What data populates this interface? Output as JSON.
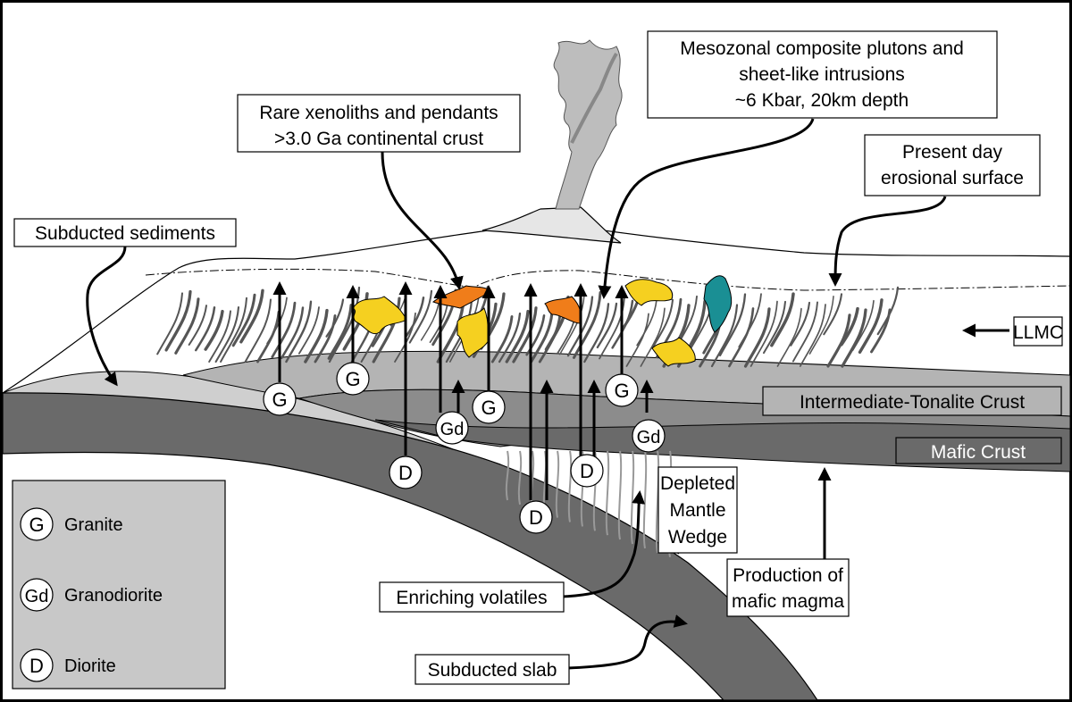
{
  "colors": {
    "mafic_crust": "#6a6a6a",
    "intermediate_crust": "#b4b4b4",
    "lower_layer": "#8c8c8c",
    "slab": "#6a6a6a",
    "sediment": "#cfcfcf",
    "legend_bg": "#c8c8c8",
    "pluton_yellow": "#f5d020",
    "pluton_orange": "#f07d1a",
    "pluton_teal": "#1a8f94",
    "foliation": "#555555",
    "volcano": "#e6e6e6",
    "plume": "#bdbdbd"
  },
  "callouts": {
    "rare_xenoliths": [
      "Rare xenoliths and pendants",
      ">3.0 Ga continental crust"
    ],
    "mesozonal": [
      "Mesozonal composite plutons and",
      "sheet-like intrusions",
      "~6 Kbar, 20km depth"
    ],
    "present_day": [
      "Present day",
      "erosional surface"
    ],
    "subducted_sediments": "Subducted sediments",
    "llmc": "LLMC",
    "intermediate_crust": "Intermediate-Tonalite Crust",
    "mafic_crust": "Mafic Crust",
    "depleted_mantle": [
      "Depleted",
      "Mantle",
      "Wedge"
    ],
    "production_mafic": [
      "Production of",
      "mafic magma"
    ],
    "enriching_volatiles": "Enriching volatiles",
    "subducted_slab": "Subducted slab"
  },
  "legend": {
    "items": [
      {
        "symbol": "G",
        "label": "Granite"
      },
      {
        "symbol": "Gd",
        "label": "Granodiorite"
      },
      {
        "symbol": "D",
        "label": "Diorite"
      }
    ]
  },
  "markers": [
    {
      "symbol": "G"
    },
    {
      "symbol": "G"
    },
    {
      "symbol": "D"
    },
    {
      "symbol": "Gd"
    },
    {
      "symbol": "G"
    },
    {
      "symbol": "D"
    },
    {
      "symbol": "D"
    },
    {
      "symbol": "G"
    },
    {
      "symbol": "Gd"
    }
  ]
}
